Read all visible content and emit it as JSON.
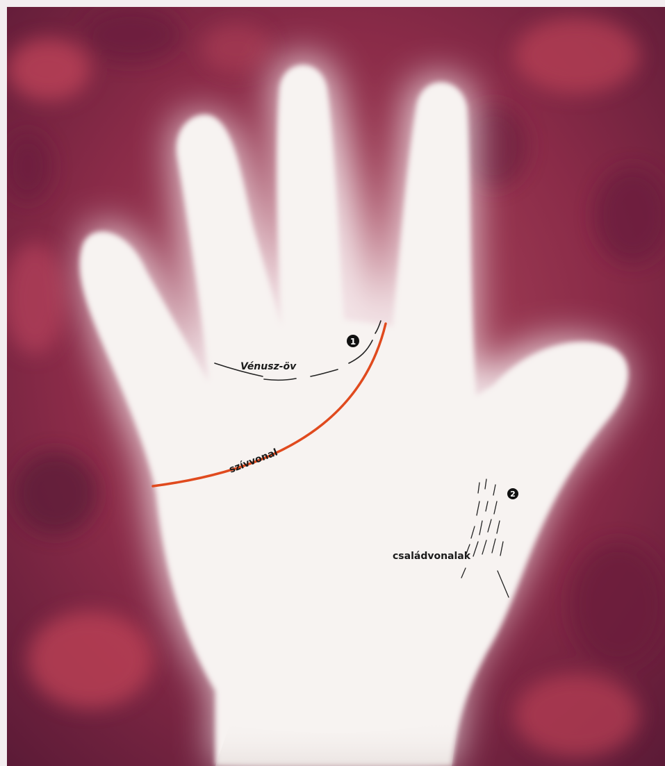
{
  "image": {
    "background_colors": [
      "#6e1f3b",
      "#8c2c4a",
      "#a4384c",
      "#5b1b38"
    ],
    "hand_color": "#f7f3f1",
    "heart_line_color": "#e04a1e",
    "annotation_color": "#222222"
  },
  "labels": {
    "venus_belt": "Vénusz-öv",
    "heart_line": "szívvonal",
    "family_lines": "családvonalak"
  },
  "markers": {
    "marker_1": "1",
    "marker_2": "2"
  }
}
